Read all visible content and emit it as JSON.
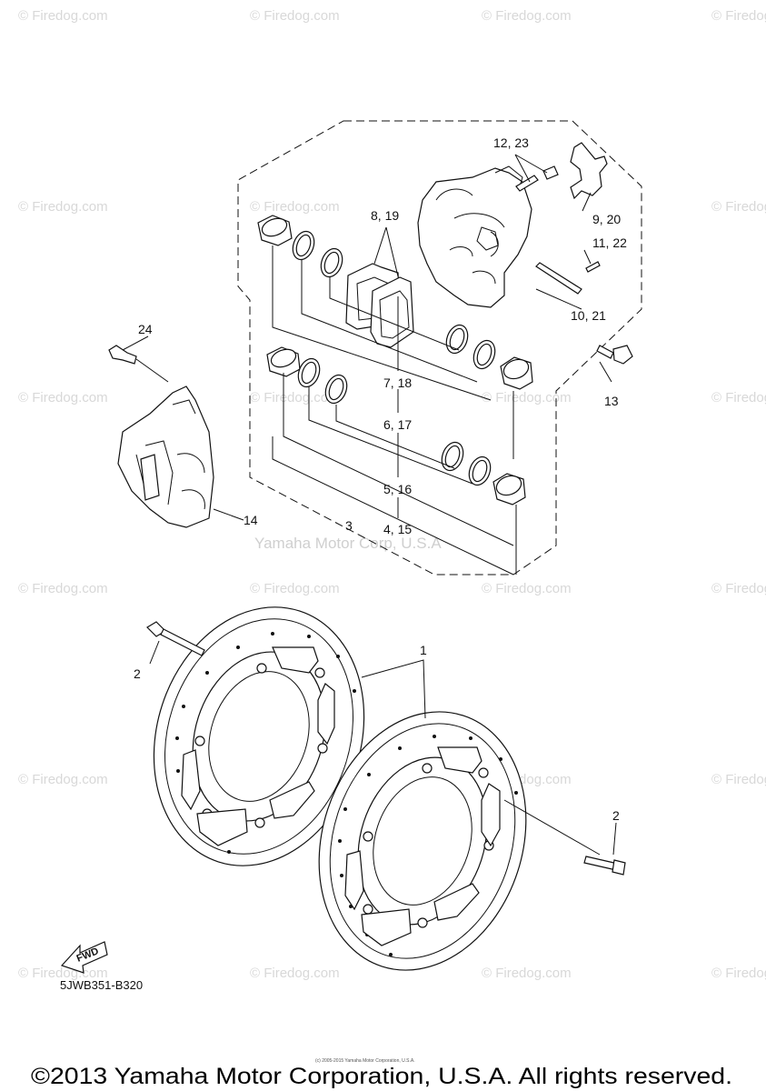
{
  "watermark": {
    "site": "© Firedog.com",
    "brand": "Yamaha Motor Corp, U.S.A"
  },
  "callouts": {
    "c1": "1",
    "c2a": "2",
    "c2b": "2",
    "c3": "3",
    "c4_15": "4, 15",
    "c5_16": "5, 16",
    "c6_17": "6, 17",
    "c7_18": "7, 18",
    "c8_19": "8, 19",
    "c9_20": "9, 20",
    "c10_21": "10, 21",
    "c11_22": "11, 22",
    "c12_23": "12, 23",
    "c13": "13",
    "c14": "14",
    "c24": "24"
  },
  "fwd_label": "FWD",
  "diagram_code": "5JWB351-B320",
  "small_notice": "(c) 2005-2015 Yamaha Motor Corporation, U.S.A.",
  "copyright": "©2013 Yamaha Motor Corporation, U.S.A. All rights reserved."
}
